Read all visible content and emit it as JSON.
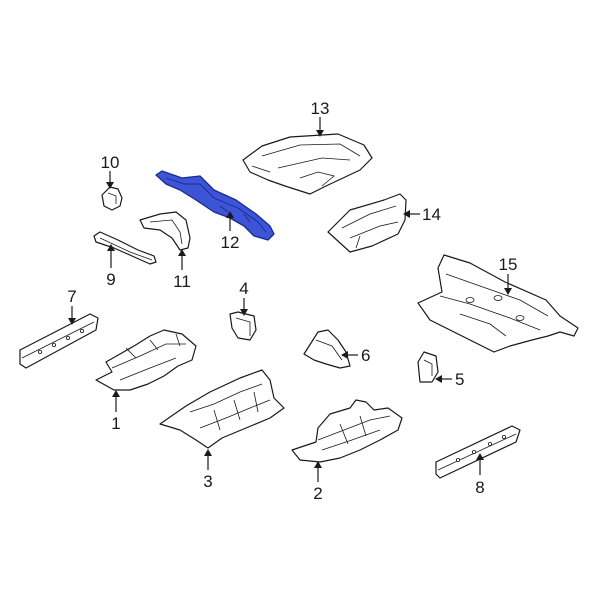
{
  "colors": {
    "line": "#1a1a1a",
    "background": "#ffffff",
    "highlight_fill": "#3b55d6",
    "highlight_stroke": "#1c2a8c"
  },
  "highlighted_part": "12",
  "callouts": {
    "c1": "1",
    "c2": "2",
    "c3": "3",
    "c4": "4",
    "c5": "5",
    "c6": "6",
    "c7": "7",
    "c8": "8",
    "c9": "9",
    "c10": "10",
    "c11": "11",
    "c12": "12",
    "c13": "13",
    "c14": "14",
    "c15": "15"
  }
}
